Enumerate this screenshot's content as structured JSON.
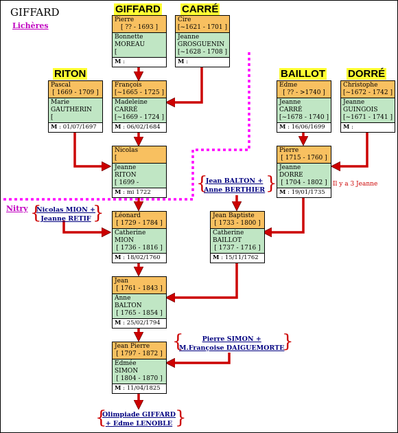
{
  "header": {
    "title": "GIFFARD",
    "place": "Lichères"
  },
  "surnames": {
    "giffard": "GIFFARD",
    "carre": "CARRÉ",
    "riton": "RITON",
    "baillot": "BAILLOT",
    "dorre": "DORRÉ"
  },
  "places": {
    "nitry": "Nitry"
  },
  "cards": {
    "pierre_giffard": {
      "male_name": "Pierre",
      "male_dates": "[ ?? - 1693 ]",
      "female_name1": "Bonnette",
      "female_name2": "MOREAU",
      "female_dates": "[",
      "marriage": ""
    },
    "cire_carre": {
      "male_name": "Cire",
      "male_dates": "[~1621 - 1701 ]",
      "female_name1": "Jeanne",
      "female_name2": "GROSGUENIN",
      "female_dates": "[~1628 - 1708 ]",
      "marriage": ""
    },
    "pascal_riton": {
      "male_name": "Pascal",
      "male_dates": "[ 1669 - 1709 ]",
      "female_name1": "Marie",
      "female_name2": "GAUTHERIN",
      "female_dates": "[",
      "marriage": "01/07/1697"
    },
    "francois_giffard": {
      "male_name": "François",
      "male_dates": "[~1665 - 1725 ]",
      "female_name1": "Madeleine",
      "female_name2": "CARRÉ",
      "female_dates": "[~1669 - 1724 ]",
      "marriage": "06/02/1684"
    },
    "edme_baillot": {
      "male_name": "Edme",
      "male_dates": "[ ?? - >1740 ]",
      "female_name1": "Jeanne",
      "female_name2": "CARRÉ",
      "female_dates": "[~1678 - 1740 ]",
      "marriage": "16/06/1699"
    },
    "christophe_dorre": {
      "male_name": "Christophe",
      "male_dates": "[~1672 - 1742 ]",
      "female_name1": "Jeanne",
      "female_name2": "GUINGOIS",
      "female_dates": "[~1671 - 1741 ]",
      "marriage": ""
    },
    "nicolas_giffard": {
      "male_name": "Nicolas",
      "male_dates": "[",
      "female_name1": "Jeanne",
      "female_name2": "RITON",
      "female_dates": "[ 1699 -",
      "marriage": "mi 1722"
    },
    "pierre_baillot": {
      "male_name": "Pierre",
      "male_dates": "[ 1715 - 1760 ]",
      "female_name1": "Jeanne",
      "female_name2": "DORRE",
      "female_dates": "[ 1704 - 1802 ]",
      "marriage": "19/01/1735"
    },
    "leonard_giffard": {
      "male_name": "Léonard",
      "male_dates": "[ 1729 - 1784 ]",
      "female_name1": "Catherine",
      "female_name2": "MION",
      "female_dates": "[ 1736 - 1816 ]",
      "marriage": "18/02/1760"
    },
    "jean_baptiste_balton": {
      "male_name": "Jean Baptiste",
      "male_dates": "[ 1733 - 1800 ]",
      "female_name1": "Catherine",
      "female_name2": "BAILLOT",
      "female_dates": "[ 1737 - 1716 ]",
      "marriage": "15/11/1762"
    },
    "jean_giffard": {
      "male_name": "Jean",
      "male_dates": "[ 1761 - 1843 ]",
      "female_name1": "Anne",
      "female_name2": "BALTON",
      "female_dates": "[ 1765 - 1854 ]",
      "marriage": "25/02/1794"
    },
    "jean_pierre_giffard": {
      "male_name": "Jean Pierre",
      "male_dates": "[ 1797 - 1872 ]",
      "female_name1": "Edmée",
      "female_name2": "SIMON",
      "female_dates": "[ 1804 - 1870 ]",
      "marriage": "11/04/1825"
    }
  },
  "marriage_label": "M",
  "couples": {
    "balton_berthier": {
      "line1": "Jean BALTON +",
      "line2": "Anne BERTHIER"
    },
    "mion_retif": {
      "line1": "Nicolas MION +",
      "line2": "Jeanne RETIF"
    },
    "simon_daiguemorte": {
      "line1": "Pierre SIMON +",
      "line2": "M.Françoise DAIGUEMORTE"
    },
    "giffard_lenoble": {
      "line1": "Olimpiade GIFFARD",
      "line2": "+ Edme LENOBLE"
    }
  },
  "notes": {
    "three_jeanne": "Il y a 3 Jeanne"
  },
  "colors": {
    "male_bg": "#f8c060",
    "female_bg": "#c0e6c4",
    "arrow": "#cc0000",
    "dotted": "#ff00ff",
    "surname_bg": "#ffff33"
  }
}
